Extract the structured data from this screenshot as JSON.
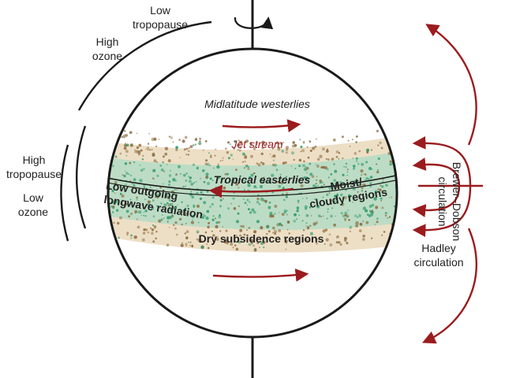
{
  "labels": {
    "low_tropopause": [
      "Low",
      "tropopause"
    ],
    "high_ozone": [
      "High",
      "ozone"
    ],
    "high_tropopause": [
      "High",
      "tropopause"
    ],
    "low_ozone": [
      "Low",
      "ozone"
    ],
    "midlatitude_westerlies": "Midlatitude westerlies",
    "jet_stream": "Jet stream",
    "tropical_easterlies": "Tropical easterlies",
    "low_outgoing": [
      "Low outgoing",
      "longwave radiation"
    ],
    "moist_cloudy": [
      "Moist/",
      "cloudy regions"
    ],
    "dry_subsidence": "Dry subsidence regions",
    "brewer_dobson": [
      "Brewer–Dobson",
      "circulation"
    ],
    "hadley": [
      "Hadley",
      "circulation"
    ]
  },
  "colors": {
    "arrow_red": "#9b1b1e",
    "outline": "#1a1a1a",
    "dry_band": "#8a6a3b",
    "moist_band": "#2e9a6a"
  }
}
